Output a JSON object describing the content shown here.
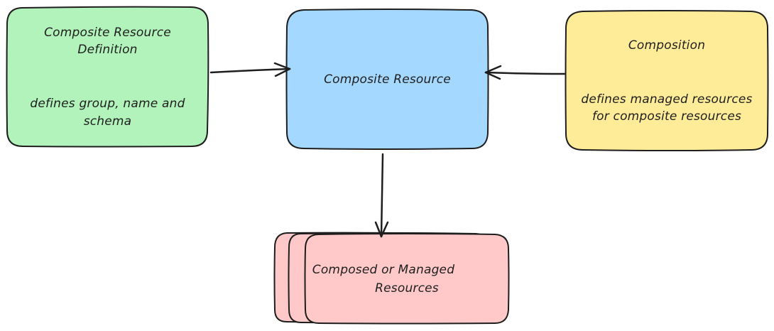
{
  "diagram": {
    "nodes": {
      "xrd": {
        "title": "Composite Resource Definition",
        "title_line1": "Composite Resource",
        "title_line2": "Definition",
        "description_line1": "defines group, name and",
        "description_line2": "schema",
        "fill": "#b2f2bb"
      },
      "composite": {
        "title": "Composite Resource",
        "fill": "#a5d8ff"
      },
      "composition": {
        "title": "Composition",
        "description_line1": "defines managed resources",
        "description_line2": "for composite resources",
        "fill": "#ffec99"
      },
      "managed": {
        "title_line1": "Composed or Managed",
        "title_line2": "Resources",
        "fill": "#ffc9c9"
      }
    },
    "edges": [
      {
        "from": "xrd",
        "to": "composite"
      },
      {
        "from": "composition",
        "to": "composite"
      },
      {
        "from": "composite",
        "to": "managed"
      }
    ],
    "stroke_color": "#1e1e1e"
  }
}
